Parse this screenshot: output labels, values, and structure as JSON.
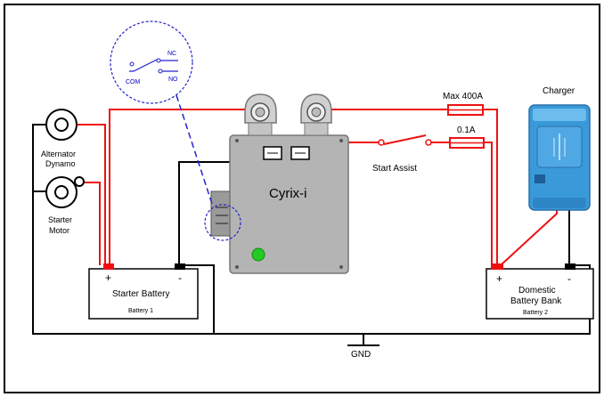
{
  "labels": {
    "com": "COM",
    "nc": "NC",
    "no": "NO",
    "alternator_line1": "Alternator",
    "alternator_line2": "Dynamo",
    "starter_line1": "Starter",
    "starter_line2": "Motor",
    "cyrix": "Cyrix-i",
    "max_current": "Max 400A",
    "fuse_small": "0.1A",
    "start_assist": "Start Assist",
    "charger": "Charger",
    "gnd": "GND"
  },
  "starter_battery": {
    "name": "Starter Battery",
    "sub": "Battery 1",
    "plus": "+",
    "minus": "-"
  },
  "domestic_battery": {
    "name_line1": "Domestic",
    "name_line2": "Battery Bank",
    "sub": "Battery 2",
    "plus": "+",
    "minus": "-"
  },
  "colors": {
    "positive_wire": "#ee1111",
    "negative_wire": "#000000",
    "relay_detail": "#2222cc",
    "cyrix_body": "#b4b4b4",
    "charger_body": "#3a9ad9",
    "indicator_led": "#22cc22"
  }
}
